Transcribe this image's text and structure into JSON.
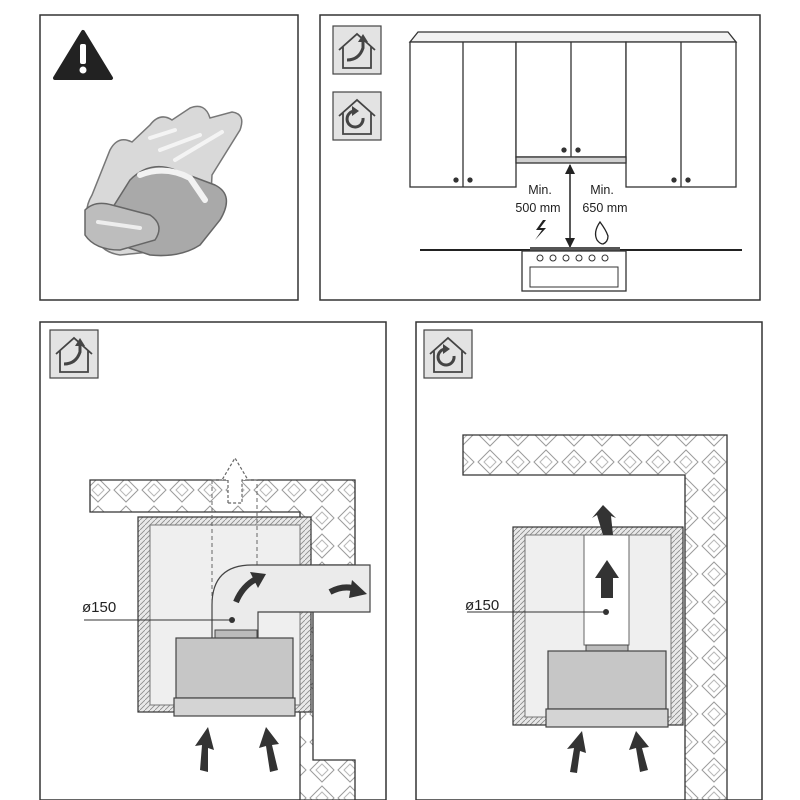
{
  "panels": {
    "safety": {
      "warning_icon": "warning-triangle-icon",
      "gloves_icon": "protective-gloves-icon"
    },
    "installation_heights": {
      "extraction_icon": "extraction-mode-icon",
      "recirculation_icon": "recirculation-mode-icon",
      "electric_label_line1": "Min.",
      "electric_label_line2": "500 mm",
      "electric_icon": "lightning-icon",
      "gas_label_line1": "Min.",
      "gas_label_line2": "650 mm",
      "gas_icon": "flame-icon"
    },
    "extraction_mode": {
      "mode_icon": "extraction-mode-icon",
      "duct_diameter": "ø150"
    },
    "recirculation_mode": {
      "mode_icon": "recirculation-mode-icon",
      "duct_diameter": "ø150"
    }
  },
  "colors": {
    "line": "#333333",
    "fill_light": "#e6e6e6",
    "fill_hood": "#c8c8c8",
    "arrow": "#3a3a3a"
  }
}
